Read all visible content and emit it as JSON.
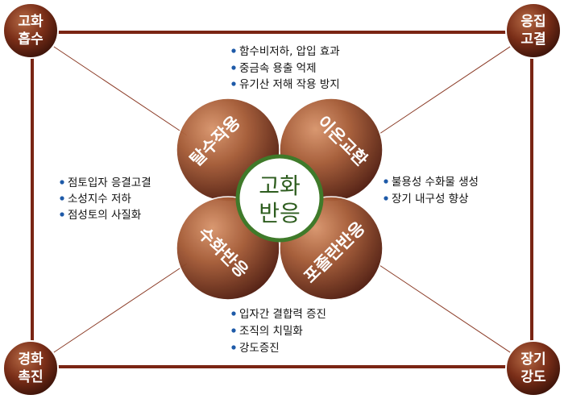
{
  "corners": {
    "top_left": [
      "고화",
      "흡수"
    ],
    "top_right": [
      "응집",
      "고결"
    ],
    "bottom_left": [
      "경화",
      "촉진"
    ],
    "bottom_right": [
      "장기",
      "강도"
    ]
  },
  "petals": {
    "top_left": "탈수작용",
    "top_right": "이온교환",
    "bottom_left": "수화반응",
    "bottom_right": "포졸란반응"
  },
  "center": [
    "고화",
    "반응"
  ],
  "bullets": {
    "top": [
      "함수비저하, 압입 효과",
      "중금속 용출 억제",
      "유기산 저해 작용 방지"
    ],
    "left": [
      "점토입자 응결고결",
      "소성지수 저하",
      "점성토의 사질화"
    ],
    "right": [
      "불용성 수화물 생성",
      "장기 내구성 향상"
    ],
    "bottom": [
      "입자간 결합력 증진",
      "조직의 치밀화",
      "강도증진"
    ]
  },
  "colors": {
    "frame": "#7a2514",
    "petal_light": "#c47a52",
    "petal_dark": "#5a1f10",
    "center_ring": "#3f7a2a",
    "center_text": "#2e5d1f",
    "bullet_dot": "#1e5aa8"
  }
}
